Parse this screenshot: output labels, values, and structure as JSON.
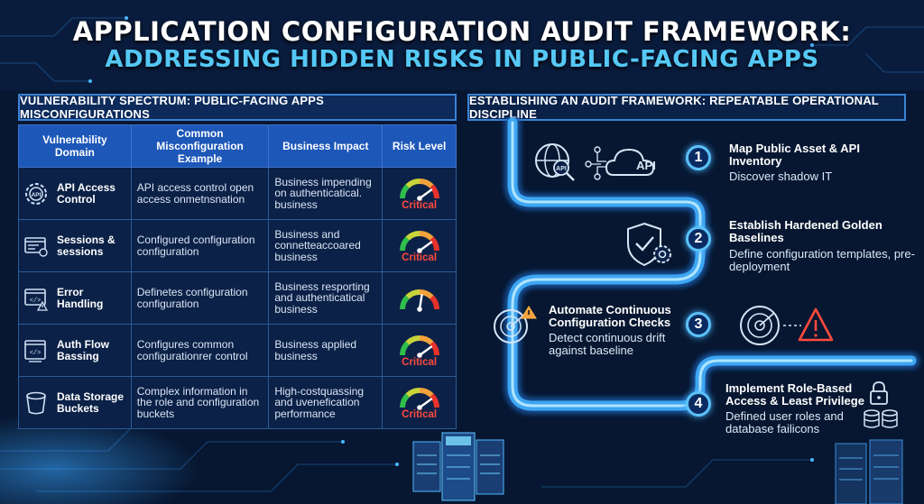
{
  "title": {
    "line1": "APPLICATION CONFIGURATION AUDIT FRAMEWORK:",
    "line2": "ADDRESSING HIDDEN RISKS IN PUBLIC-FACING APPS"
  },
  "left_section": {
    "heading": "VULNERABILITY SPECTRUM: PUBLIC-FACING APPS MISCONFIGURATIONS",
    "columns": [
      "Vulnerability Domain",
      "Common Misconfiguration Example",
      "Business Impact",
      "Risk Level"
    ],
    "rows": [
      {
        "domain": "API Access Control",
        "icon": "api-gear-icon",
        "example": "API access control open access onmetnsnation",
        "impact": "Business impending on authenticatical. business",
        "risk": "Critical",
        "risk_level": 0.8
      },
      {
        "domain": "Sessions & sessions",
        "icon": "session-window-icon",
        "example": "Configured configuration configuration",
        "impact": "Business and connetteaccoared business",
        "risk": "Critical",
        "risk_level": 0.8
      },
      {
        "domain": "Error Handling",
        "icon": "code-warning-icon",
        "example": "Definetes configuration configuration",
        "impact": "Business resporting and authenticatical business",
        "risk": "",
        "risk_level": 0.55
      },
      {
        "domain": "Auth Flow Bassing",
        "icon": "auth-code-icon",
        "example": "Configures common configurationrer control",
        "impact": "Business applied business",
        "risk": "Critical",
        "risk_level": 0.8
      },
      {
        "domain": "Data Storage Buckets",
        "icon": "bucket-icon",
        "example": "Complex information in the role and configuration buckets",
        "impact": "High-costquassing and uvenefication performance",
        "risk": "Critical",
        "risk_level": 0.8
      }
    ]
  },
  "right_section": {
    "heading": "ESTABLISHING AN AUDIT FRAMEWORK: REPEATABLE OPERATIONAL DISCIPLINE",
    "steps": [
      {
        "number": "1",
        "title": "Map Public Asset & API Inventory",
        "desc": "Discover shadow IT",
        "icon_label": "API"
      },
      {
        "number": "2",
        "title": "Establish Hardened Golden Baselines",
        "desc": "Define configuration templates, pre-deployment"
      },
      {
        "number": "3",
        "title": "Automate Continuous Configuration Checks",
        "desc": "Detect continuous drift against baseline"
      },
      {
        "number": "4",
        "title": "Implement Role-Based Access & Least Privilege",
        "desc": "Defined user roles and database failicons"
      }
    ]
  },
  "colors": {
    "background": "#081a36",
    "accent": "#55c8f5",
    "header_fill": "#1d57b8",
    "critical": "#ff4a3d",
    "pipe": "#5cc1f7"
  }
}
